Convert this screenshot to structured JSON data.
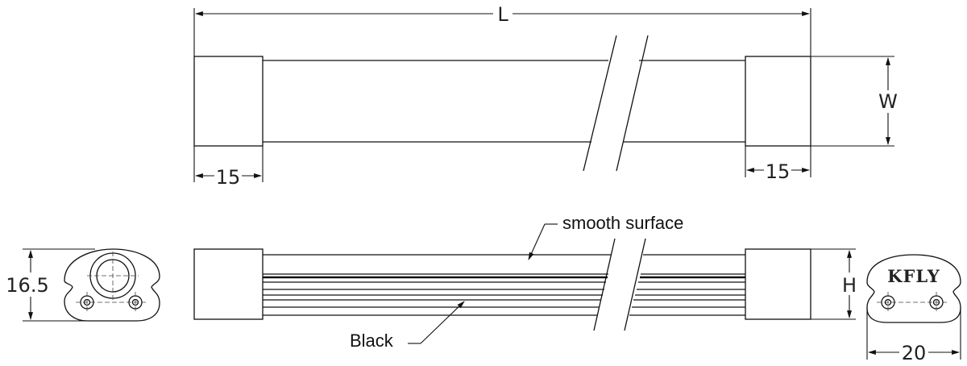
{
  "dimensions": {
    "length": "L",
    "width": "W",
    "height": "H",
    "left_cap_top": "15",
    "right_cap_top": "15",
    "profile_height": "16.5",
    "end_width": "20"
  },
  "labels": {
    "surface": "smooth surface",
    "stripe": "Black"
  },
  "end_cap": {
    "brand": "KFLY"
  }
}
